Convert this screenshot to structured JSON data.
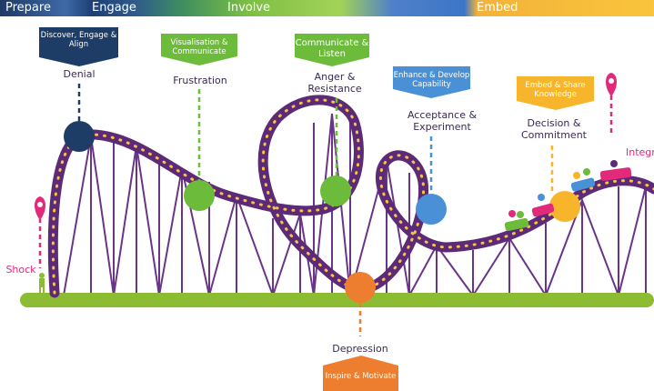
{
  "phases": {
    "prepare": "Prepare",
    "engage": "Engage",
    "involve": "Involve",
    "embed": "Embed"
  },
  "stages": {
    "shock": "Shock",
    "denial": "Denial",
    "frustration": "Frustration",
    "depression": "Depression",
    "anger": "Anger & Resistance",
    "acceptance": "Acceptance & Experiment",
    "decision": "Decision & Commitment",
    "integration": "Integr"
  },
  "actions": {
    "discover": "Discover, Engage & Align",
    "visualisation": "Visualisation & Communicate",
    "communicate": "Communicate & Listen",
    "enhance": "Enhance & Develop Capability",
    "embed_share": "Embed & Share Knowledge",
    "inspire": "Inspire & Motivate"
  },
  "colors": {
    "track": "#5d2a78",
    "ground": "#8cbc32",
    "denial": "#1e3d66",
    "green": "#6dbb3a",
    "orange": "#ee7e2f",
    "blue": "#4a90d6",
    "yellow": "#f7b52b",
    "pink": "#e2297a",
    "label": "#3a2a55"
  }
}
